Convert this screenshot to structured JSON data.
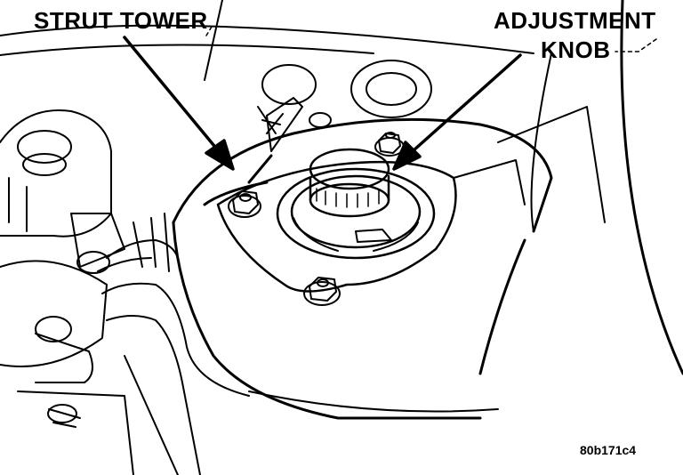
{
  "callouts": {
    "strut_tower": "STRUT TOWER",
    "adjustment_line1": "ADJUSTMENT",
    "adjustment_line2": "KNOB"
  },
  "figure_id": "80b171c4",
  "colors": {
    "ink": "#000000",
    "paper": "#ffffff"
  }
}
